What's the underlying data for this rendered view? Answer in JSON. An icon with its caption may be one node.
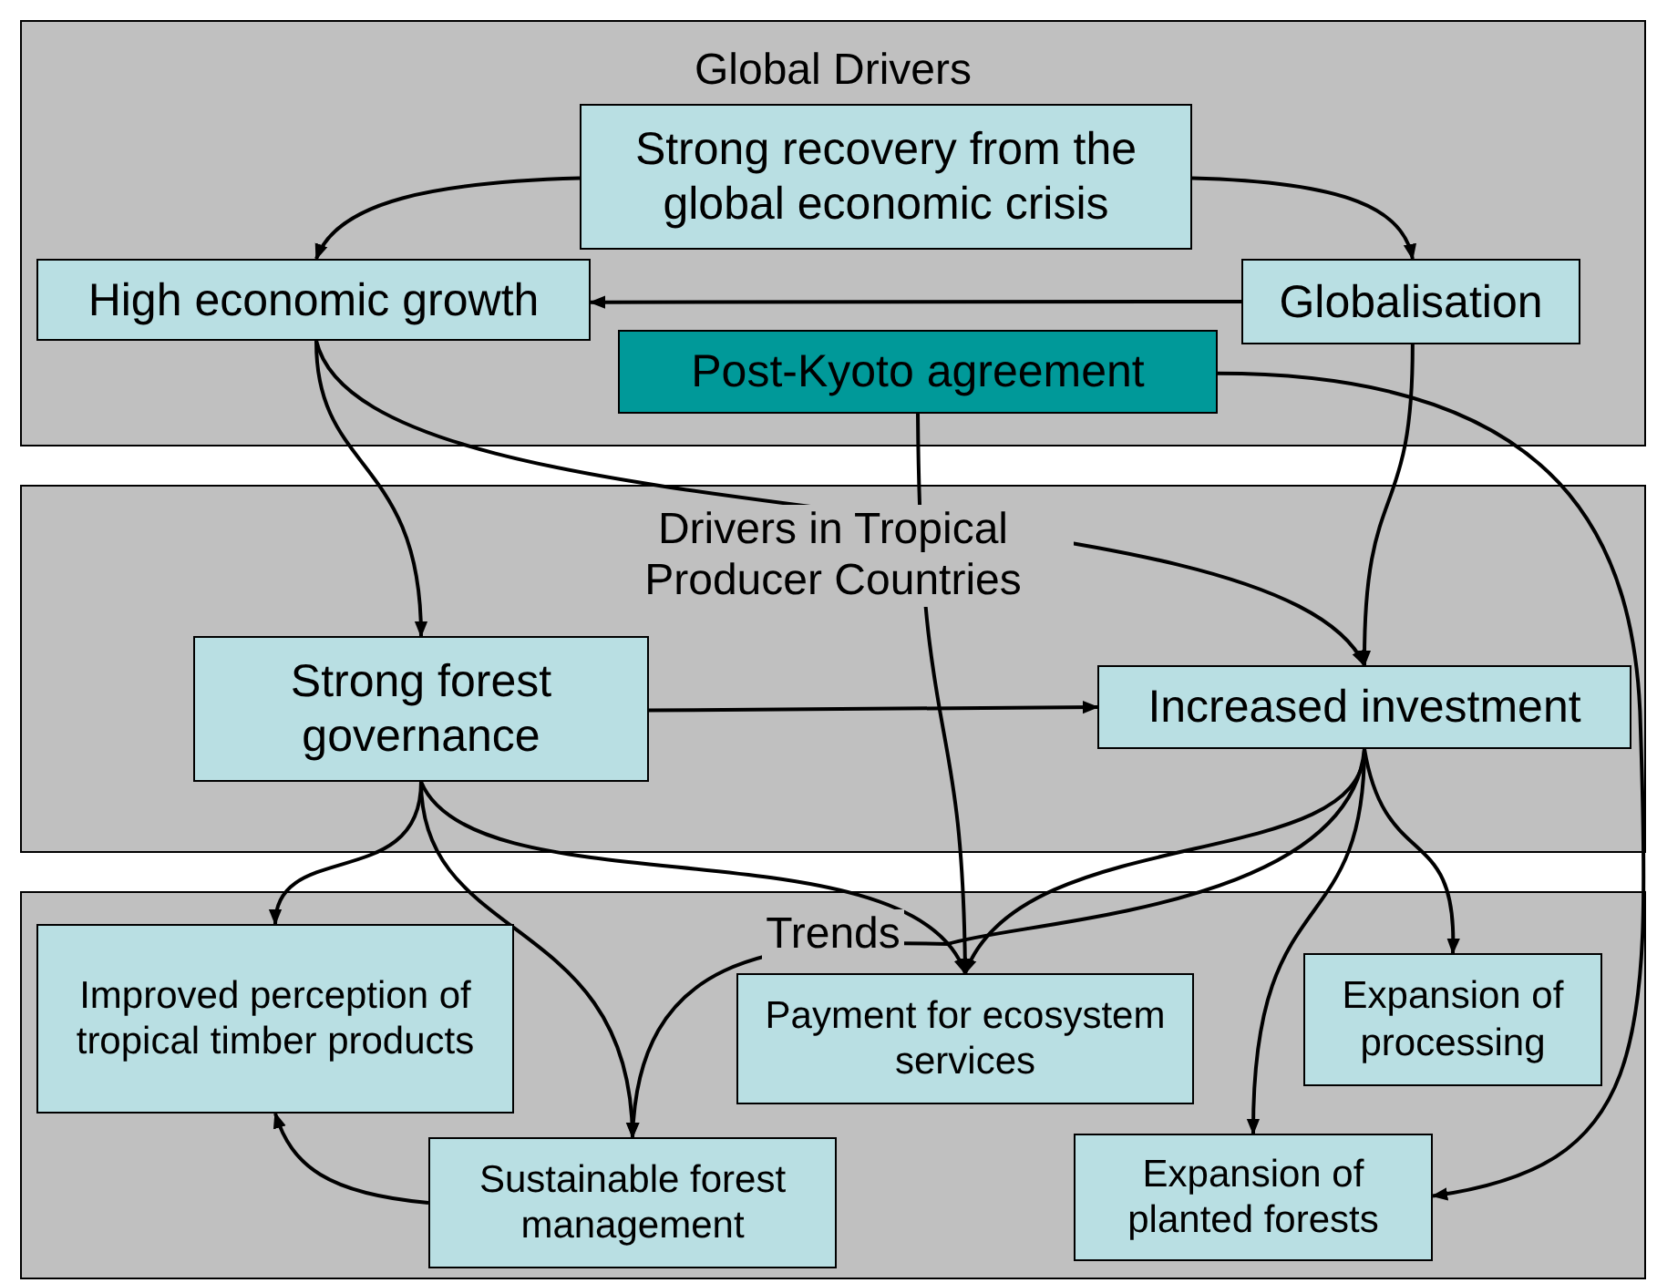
{
  "diagram": {
    "nodes": [
      {
        "text": [
          "Global Drivers"
        ]
      },
      {
        "text": [
          "Strong recovery from the global economic crisis"
        ],
        "in": 0
      },
      {
        "text": [
          "High economic growth"
        ],
        "in": 0
      },
      {
        "text": [
          "Globalisation"
        ],
        "in": 0
      },
      {
        "text": [
          "Post-Kyoto agreement"
        ],
        "in": 0
      },
      {
        "text": [
          "Drivers in Tropical Producer Countries"
        ]
      },
      {
        "text": [
          "Strong forest governance"
        ],
        "in": 5
      },
      {
        "text": [
          "Increased investment"
        ],
        "in": 5
      },
      {
        "text": [
          "Trends"
        ]
      },
      {
        "text": [
          "Improved perception of tropical timber products"
        ],
        "in": 8
      },
      {
        "text": [
          "Payment for ecosystem services"
        ],
        "in": 8
      },
      {
        "text": [
          "Expansion of processing"
        ],
        "in": 8
      },
      {
        "text": [
          "Sustainable forest management"
        ],
        "in": 8
      },
      {
        "text": [
          "Expansion of planted forests"
        ],
        "in": 8
      }
    ],
    "edges": [
      {
        "from": 1,
        "to": 2,
        "arrow": "to"
      },
      {
        "from": 1,
        "to": 3,
        "arrow": "to"
      },
      {
        "from": 3,
        "to": 2,
        "arrow": "to"
      },
      {
        "from": 2,
        "to": 6,
        "arrow": "to"
      },
      {
        "from": 2,
        "to": 7,
        "arrow": "to"
      },
      {
        "from": 3,
        "to": 7,
        "arrow": "to"
      },
      {
        "from": 4,
        "to": 10,
        "arrow": "to"
      },
      {
        "from": 4,
        "to": 13,
        "arrow": "to"
      },
      {
        "from": 6,
        "to": 7,
        "arrow": "to"
      },
      {
        "from": 6,
        "to": 9,
        "arrow": "to"
      },
      {
        "from": 6,
        "to": 12,
        "arrow": "to"
      },
      {
        "from": 6,
        "to": 10,
        "arrow": "to"
      },
      {
        "from": 7,
        "to": 10,
        "arrow": "to"
      },
      {
        "from": 7,
        "to": 12,
        "arrow": "to"
      },
      {
        "from": 7,
        "to": 13,
        "arrow": "to"
      },
      {
        "from": 7,
        "to": 11,
        "arrow": "to"
      },
      {
        "from": 12,
        "to": 9,
        "arrow": "to"
      }
    ]
  }
}
